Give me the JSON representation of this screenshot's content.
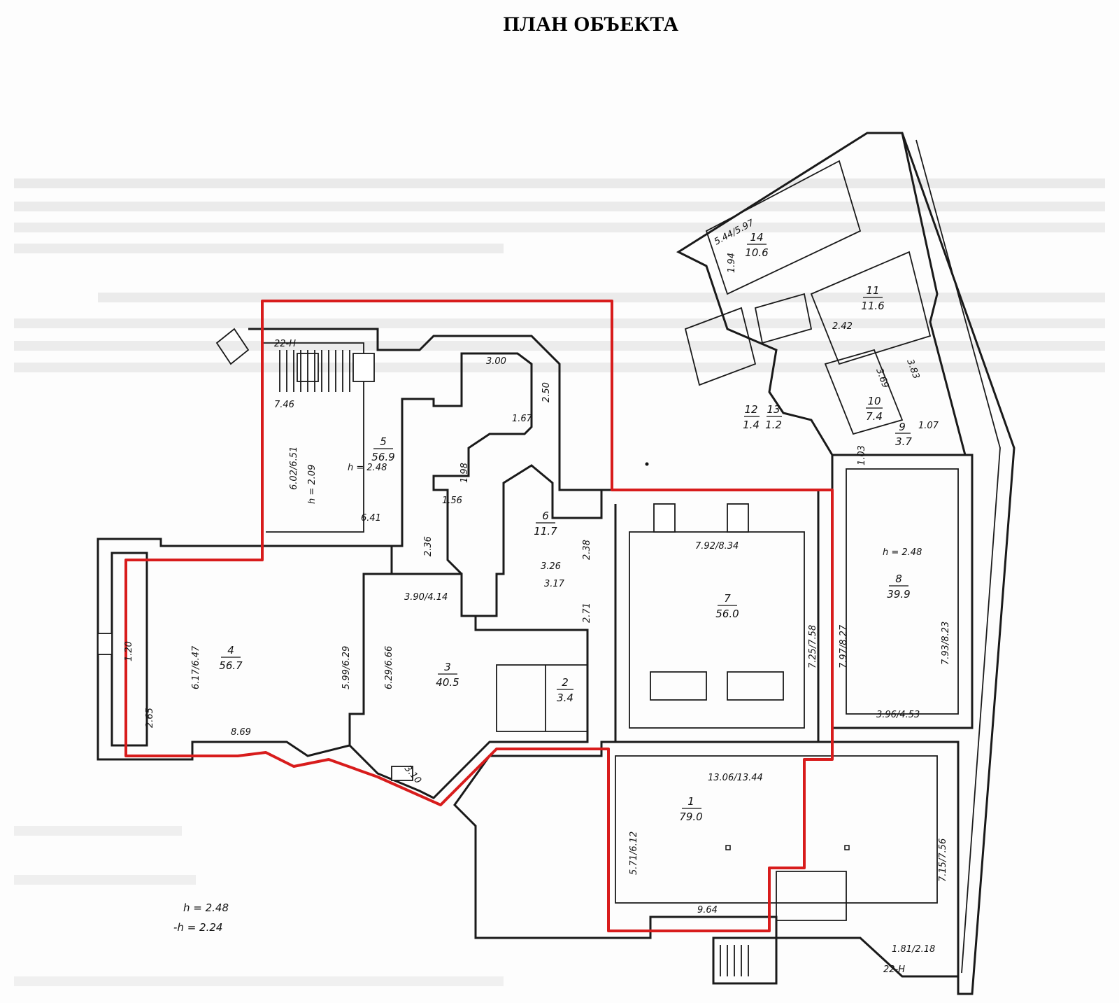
{
  "title": "ПЛАН ОБЪЕКТА",
  "heights": {
    "h": "h = 2.48",
    "minus_h": "-h = 2.24"
  },
  "rooms": [
    {
      "number": "1",
      "area": "79.0"
    },
    {
      "number": "2",
      "area": "3.4"
    },
    {
      "number": "3",
      "area": "40.5"
    },
    {
      "number": "4",
      "area": "56.7"
    },
    {
      "number": "5",
      "area": "56.9"
    },
    {
      "number": "6",
      "area": "11.7"
    },
    {
      "number": "7",
      "area": "56.0"
    },
    {
      "number": "8",
      "area": "39.9"
    },
    {
      "number": "9",
      "area": "3.7"
    },
    {
      "number": "10",
      "area": "7.4"
    },
    {
      "number": "11",
      "area": "11.6"
    },
    {
      "number": "12",
      "area": "1.4"
    },
    {
      "number": "13",
      "area": "1.2"
    },
    {
      "number": "14",
      "area": "10.6"
    }
  ],
  "dimensions": {
    "d_22h_top": "22-Н",
    "d_22h_bottom": "22-Н",
    "d_746": "7.46",
    "d_300": "3.00",
    "d_250": "2.50",
    "d_167": "1.67",
    "d_602": "6.02/6.51",
    "d_h209": "h = 2.09",
    "d_h248_r5": "h = 2.48",
    "d_198": "1.98",
    "d_156": "1.56",
    "d_641": "6.41",
    "d_236": "2.36",
    "d_326": "3.26",
    "d_317": "3.17",
    "d_238": "2.38",
    "d_390": "3.90/4.14",
    "d_271": "2.71",
    "d_792": "7.92/8.34",
    "d_h248_r8": "h = 2.48",
    "d_725": "7.25/7.58",
    "d_797": "7.97/8.27",
    "d_793": "7.93/8.23",
    "d_617": "6.17/6.47",
    "d_599": "5.99/6.29",
    "d_629": "6.29/6.66",
    "d_396": "3.96/4.53",
    "d_265": "2.65",
    "d_869": "8.69",
    "d_310": "3.10",
    "d_1306": "13.06/13.44",
    "d_571": "5.71/6.12",
    "d_964": "9.64",
    "d_715": "7.15/7.56",
    "d_181": "1.81/2.18",
    "d_544": "5.44/5.97",
    "d_194": "1.94",
    "d_242": "2.42",
    "d_383": "3.83",
    "d_369": "3.69",
    "d_107": "1.07",
    "d_120": "1.20",
    "d_103": "1.03"
  },
  "colors": {
    "boundary": "#d81c1c",
    "walls": "#1a1a1a",
    "background_text": "#c9c9c9"
  }
}
